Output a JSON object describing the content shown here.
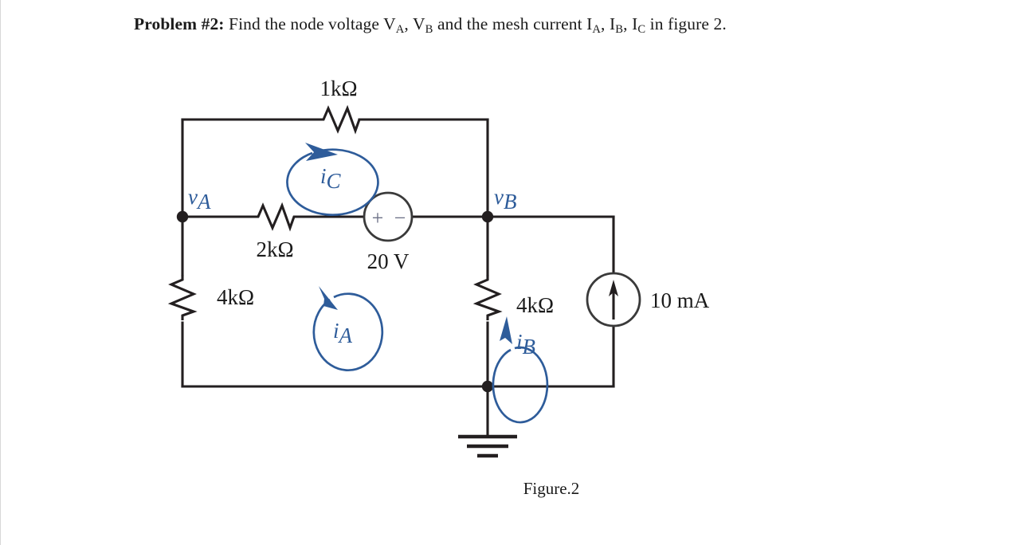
{
  "problem": {
    "lead": "Problem #2:",
    "text_part1": "Find the node voltage V",
    "sub_a": "A",
    "text_part2": ", V",
    "sub_b": "B",
    "text_part3": " and the mesh current I",
    "sub_ia": "A",
    "text_part4": ", I",
    "sub_ib": "B",
    "text_part5": ", I",
    "sub_ic": "C",
    "text_part6": " in figure 2."
  },
  "figure": {
    "caption": "Figure.2",
    "components": {
      "r_top": "1kΩ",
      "r_mid": "2kΩ",
      "r_left": "4kΩ",
      "r_right": "4kΩ",
      "v_source": "20 V",
      "i_source": "10 mA",
      "plus_sign": "+",
      "minus_sign": "−"
    },
    "nodes": {
      "va_symbol": "v",
      "va_sub": "A",
      "vb_symbol": "v",
      "vb_sub": "B"
    },
    "mesh_currents": {
      "ic_symbol": "i",
      "ic_sub": "C",
      "ia_symbol": "i",
      "ia_sub": "A",
      "ib_symbol": "i",
      "ib_sub": "B"
    },
    "icons": {
      "ground": "ground-symbol",
      "current_arrow": "current-source-arrow-up"
    }
  },
  "colors": {
    "wire": "#231f20",
    "annotation_blue": "#2e5c9a",
    "text": "#1a1a1a",
    "background": "#ffffff"
  }
}
